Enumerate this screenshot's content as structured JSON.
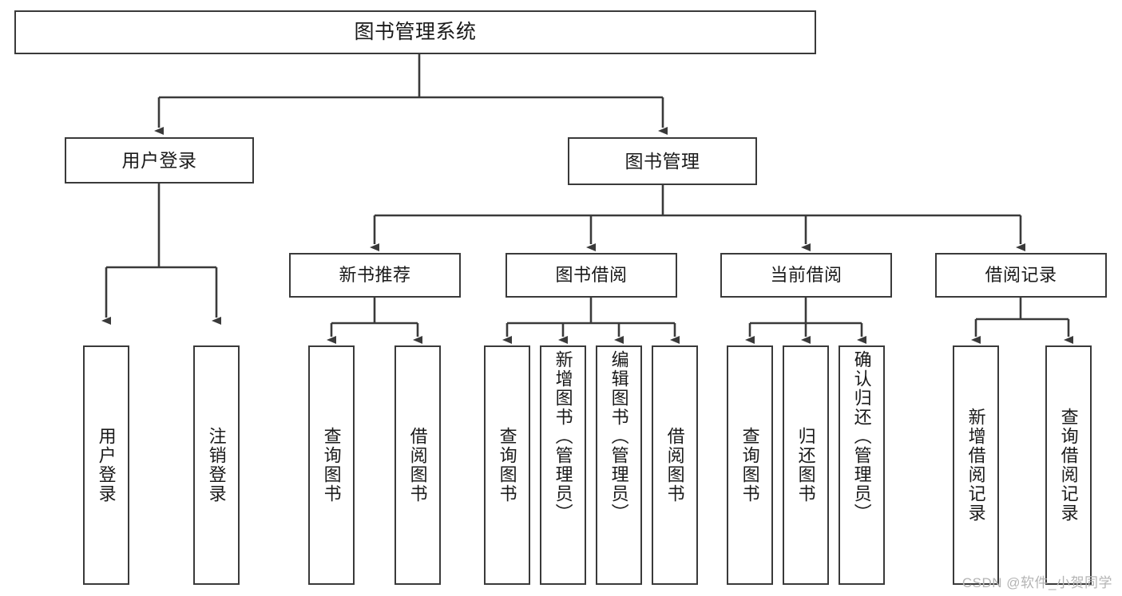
{
  "diagram": {
    "type": "tree",
    "title": "图书管理系统",
    "watermark": "CSDN @软件_小贺同学",
    "colors": {
      "box_border": "#3a3a3a",
      "box_fill": "#ffffff",
      "connector": "#3a3a3a",
      "text": "#1a1a1a",
      "watermark": "#b4b4b4",
      "background": "#ffffff"
    },
    "nodes": {
      "root": {
        "label": "图书管理系统"
      },
      "level2": [
        {
          "id": "user-login",
          "label": "用户登录"
        },
        {
          "id": "book-manage",
          "label": "图书管理"
        }
      ],
      "level3": [
        {
          "id": "new-book-recommend",
          "label": "新书推荐"
        },
        {
          "id": "book-borrow",
          "label": "图书借阅"
        },
        {
          "id": "current-borrow",
          "label": "当前借阅"
        },
        {
          "id": "borrow-record",
          "label": "借阅记录"
        }
      ],
      "leaves": {
        "user-login": [
          {
            "id": "leaf-user-login",
            "label": "用户登录"
          },
          {
            "id": "leaf-logout-login",
            "label": "注销登录"
          }
        ],
        "new-book-recommend": [
          {
            "id": "leaf-query-book-1",
            "label": "查询图书"
          },
          {
            "id": "leaf-borrow-book-1",
            "label": "借阅图书"
          }
        ],
        "book-borrow": [
          {
            "id": "leaf-query-book-2",
            "label": "查询图书"
          },
          {
            "id": "leaf-add-book",
            "label": "新增图书（管理员）"
          },
          {
            "id": "leaf-edit-book",
            "label": "编辑图书（管理员）"
          },
          {
            "id": "leaf-borrow-book-2",
            "label": "借阅图书"
          }
        ],
        "current-borrow": [
          {
            "id": "leaf-query-book-3",
            "label": "查询图书"
          },
          {
            "id": "leaf-return-book",
            "label": "归还图书"
          },
          {
            "id": "leaf-confirm-return",
            "label": "确认归还（管理员）"
          }
        ],
        "borrow-record": [
          {
            "id": "leaf-add-record",
            "label": "新增借阅记录"
          },
          {
            "id": "leaf-query-record",
            "label": "查询借阅记录"
          }
        ]
      }
    },
    "edges": [
      {
        "from": "root",
        "to": "user-login"
      },
      {
        "from": "root",
        "to": "book-manage"
      },
      {
        "from": "book-manage",
        "to": "new-book-recommend"
      },
      {
        "from": "book-manage",
        "to": "book-borrow"
      },
      {
        "from": "book-manage",
        "to": "current-borrow"
      },
      {
        "from": "book-manage",
        "to": "borrow-record"
      },
      {
        "from": "user-login",
        "to": "leaf-user-login"
      },
      {
        "from": "user-login",
        "to": "leaf-logout-login"
      },
      {
        "from": "new-book-recommend",
        "to": "leaf-query-book-1"
      },
      {
        "from": "new-book-recommend",
        "to": "leaf-borrow-book-1"
      },
      {
        "from": "book-borrow",
        "to": "leaf-query-book-2"
      },
      {
        "from": "book-borrow",
        "to": "leaf-add-book"
      },
      {
        "from": "book-borrow",
        "to": "leaf-edit-book"
      },
      {
        "from": "book-borrow",
        "to": "leaf-borrow-book-2"
      },
      {
        "from": "current-borrow",
        "to": "leaf-query-book-3"
      },
      {
        "from": "current-borrow",
        "to": "leaf-return-book"
      },
      {
        "from": "current-borrow",
        "to": "leaf-confirm-return"
      },
      {
        "from": "borrow-record",
        "to": "leaf-add-record"
      },
      {
        "from": "borrow-record",
        "to": "leaf-query-record"
      }
    ]
  }
}
